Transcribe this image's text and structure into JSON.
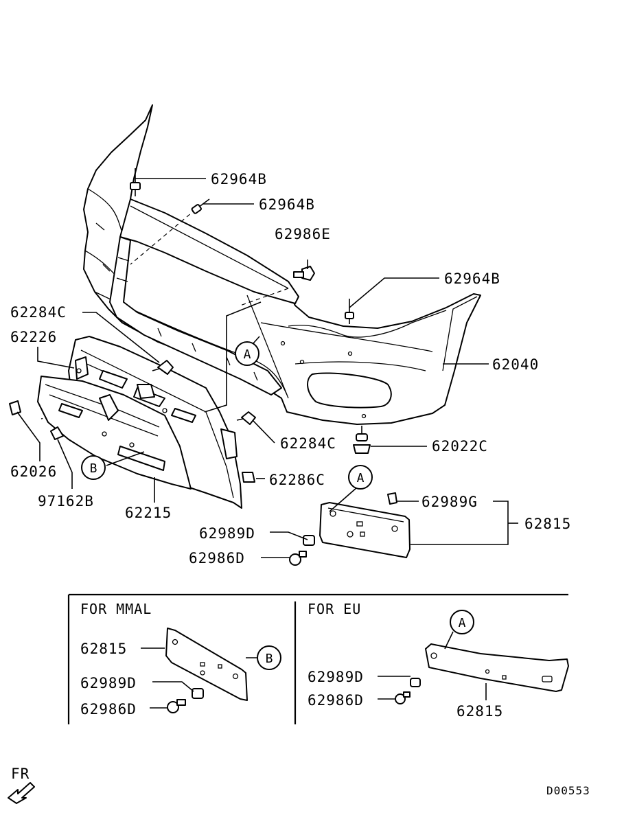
{
  "labels": {
    "p62964B_1": "62964B",
    "p62964B_2": "62964B",
    "p62986E": "62986E",
    "p62964B_3": "62964B",
    "p62284C_1": "62284C",
    "p62226": "62226",
    "p62040": "62040",
    "p62284C_2": "62284C",
    "p62022C": "62022C",
    "p62026": "62026",
    "p62286C": "62286C",
    "p97162B": "97162B",
    "p62215": "62215",
    "p62989G": "62989G",
    "p62815_main": "62815",
    "p62989D_main": "62989D",
    "p62986D_main": "62986D"
  },
  "callouts": {
    "a_bumper": "A",
    "a_plate": "A",
    "b_grille": "B",
    "b_mmal": "B",
    "a_eu": "A"
  },
  "inset_mmal": {
    "title": "FOR MMAL",
    "p62815": "62815",
    "p62989D": "62989D",
    "p62986D": "62986D"
  },
  "inset_eu": {
    "title": "FOR EU",
    "p62989D": "62989D",
    "p62986D": "62986D",
    "p62815": "62815"
  },
  "direction": "FR",
  "diagram_code": "D00553"
}
